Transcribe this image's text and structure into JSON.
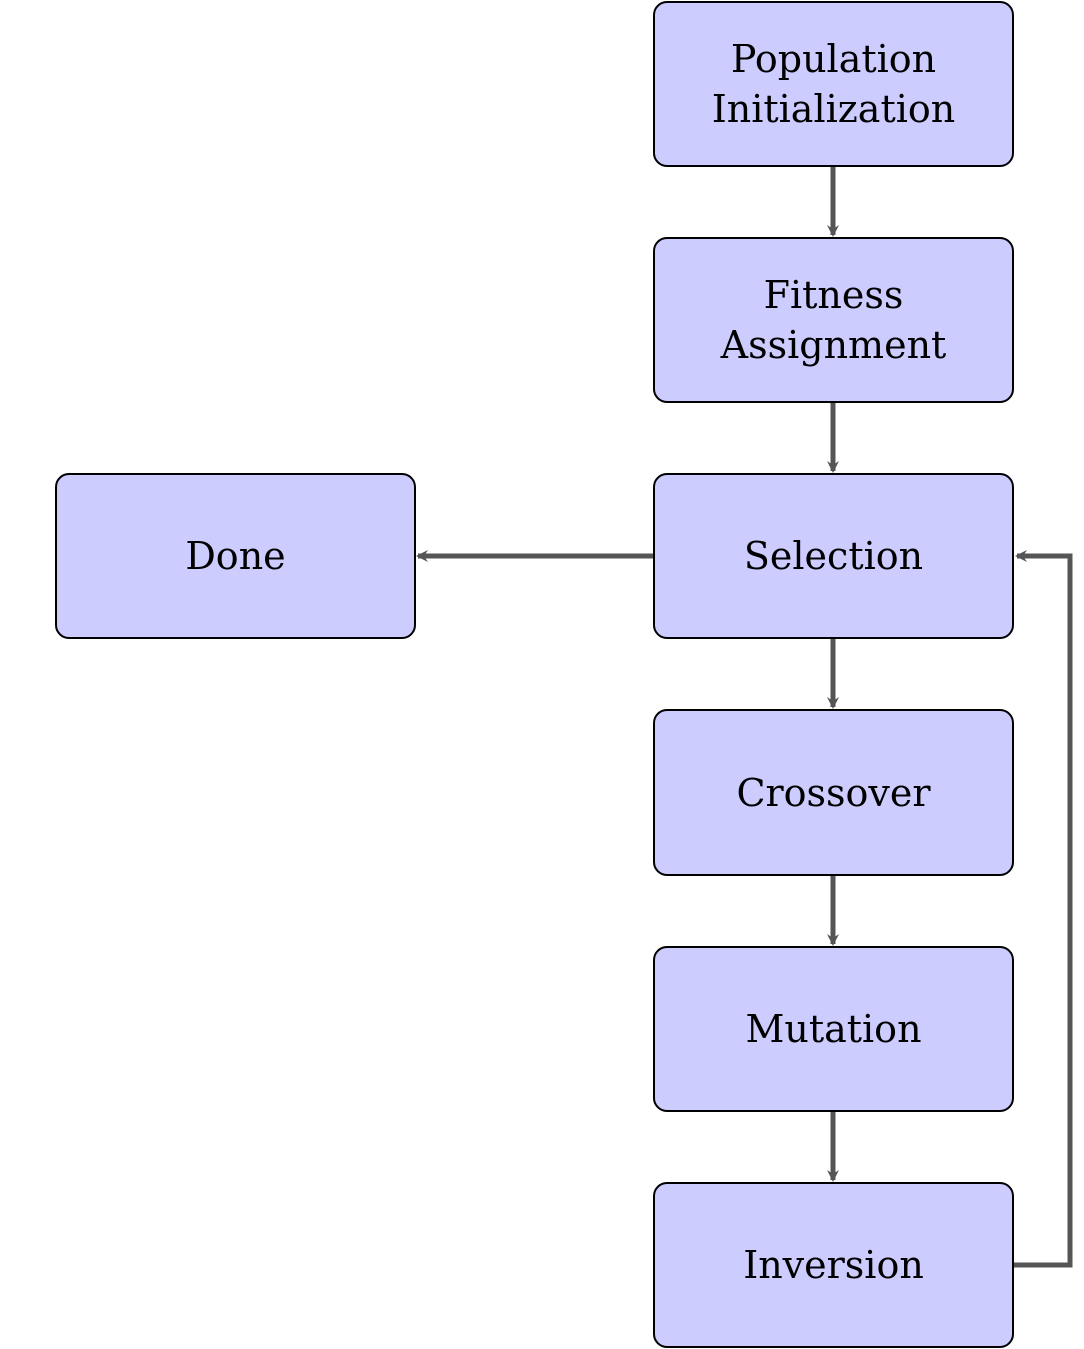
{
  "diagram": {
    "nodes": {
      "population_init": [
        "Population",
        "Initialization"
      ],
      "fitness": [
        "Fitness",
        "Assignment"
      ],
      "selection": "Selection",
      "crossover": "Crossover",
      "mutation": "Mutation",
      "inversion": "Inversion",
      "done": "Done"
    },
    "edges": [
      {
        "from": "Population Initialization",
        "to": "Fitness Assignment"
      },
      {
        "from": "Fitness Assignment",
        "to": "Selection"
      },
      {
        "from": "Selection",
        "to": "Crossover"
      },
      {
        "from": "Crossover",
        "to": "Mutation"
      },
      {
        "from": "Mutation",
        "to": "Inversion"
      },
      {
        "from": "Inversion",
        "to": "Selection"
      },
      {
        "from": "Selection",
        "to": "Done"
      }
    ],
    "colors": {
      "node_fill": "#ccccff",
      "node_border": "#000000",
      "edge": "#555555"
    }
  }
}
